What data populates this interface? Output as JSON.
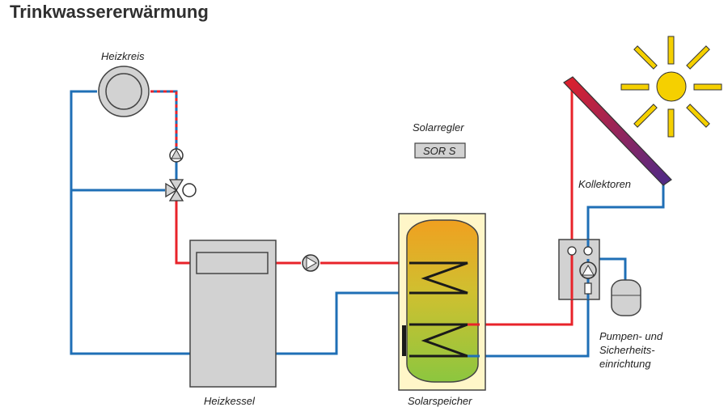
{
  "title": "Trinkwassererwärmung",
  "labels": {
    "heizkreis": "Heizkreis",
    "solarregler": "Solarregler",
    "sor_s": "SOR S",
    "kollektoren": "Kollektoren",
    "heizkessel": "Heizkessel",
    "solarspeicher": "Solarspeicher",
    "pumpen_line1": "Pumpen- und",
    "pumpen_line2": "Sicherheits-",
    "pumpen_line3": "einrichtung"
  },
  "colors": {
    "hot_pipe": "#e8232a",
    "cold_pipe": "#1f6fb6",
    "sun": "#f5d000",
    "tank_top": "#f0a020",
    "tank_bottom": "#8cc63f",
    "tank_frame": "#fff6c8",
    "boiler": "#d2d2d2",
    "collector_top": "#e0202a",
    "collector_bottom": "#4a2a8a"
  }
}
